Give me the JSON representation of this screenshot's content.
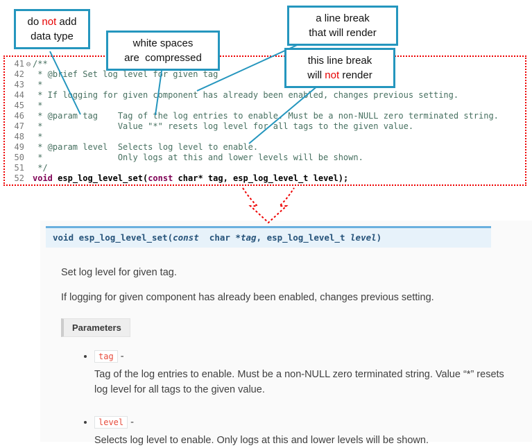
{
  "colors": {
    "callout_border": "#2596be",
    "annotation_red": "#e60000",
    "code_box_border": "#ee0000",
    "leader_line": "#2596be",
    "signature_bg": "#e7f2fa",
    "signature_border": "#6ab0de",
    "param_name_color": "#e74c3c",
    "keyword_color": "#7f0055",
    "comment_color": "#477060"
  },
  "callouts": [
    {
      "lines": [
        [
          {
            "text": "do "
          },
          {
            "text": "not",
            "red": true
          },
          {
            "text": " add"
          }
        ],
        [
          {
            "text": "data type"
          }
        ]
      ]
    },
    {
      "lines": [
        [
          {
            "text": "white spaces"
          }
        ],
        [
          {
            "text": "are  compressed"
          }
        ]
      ]
    },
    {
      "lines": [
        [
          {
            "text": "a line break"
          }
        ],
        [
          {
            "text": "that will render"
          }
        ]
      ]
    },
    {
      "lines": [
        [
          {
            "text": "this line break"
          }
        ],
        [
          {
            "text": "will "
          },
          {
            "text": "not",
            "red": true
          },
          {
            "text": " render"
          }
        ]
      ]
    }
  ],
  "code": {
    "lines": [
      {
        "num": "41",
        "fold": "⊖",
        "segs": [
          {
            "cls": "comment",
            "text": "/**"
          }
        ]
      },
      {
        "num": "42",
        "segs": [
          {
            "cls": "comment",
            "text": " * @brief Set log level for given tag"
          }
        ]
      },
      {
        "num": "43",
        "segs": [
          {
            "cls": "comment",
            "text": " *"
          }
        ]
      },
      {
        "num": "44",
        "segs": [
          {
            "cls": "comment",
            "text": " * If logging for given component has already been enabled, changes previous setting."
          }
        ]
      },
      {
        "num": "45",
        "segs": [
          {
            "cls": "comment",
            "text": " *"
          }
        ]
      },
      {
        "num": "46",
        "segs": [
          {
            "cls": "comment",
            "text": " * @param tag    Tag of the log entries to enable. Must be a non-NULL zero terminated string."
          }
        ]
      },
      {
        "num": "47",
        "segs": [
          {
            "cls": "comment",
            "text": " *               Value \"*\" resets log level for all tags to the given value."
          }
        ]
      },
      {
        "num": "48",
        "segs": [
          {
            "cls": "comment",
            "text": " *"
          }
        ]
      },
      {
        "num": "49",
        "segs": [
          {
            "cls": "comment",
            "text": " * @param level  Selects log level to enable."
          }
        ]
      },
      {
        "num": "50",
        "segs": [
          {
            "cls": "comment",
            "text": " *               Only logs at this and lower levels will be shown."
          }
        ]
      },
      {
        "num": "51",
        "segs": [
          {
            "cls": "comment",
            "text": " */"
          }
        ]
      },
      {
        "num": "52",
        "segs": [
          {
            "cls": "keyword",
            "text": "void"
          },
          {
            "cls": "plain",
            "text": " "
          },
          {
            "cls": "func",
            "text": "esp_log_level_set"
          },
          {
            "cls": "plain",
            "text": "("
          },
          {
            "cls": "keyword",
            "text": "const"
          },
          {
            "cls": "plain",
            "text": " char* tag, esp_log_level_t level);"
          }
        ]
      }
    ]
  },
  "docs": {
    "signature": [
      {
        "cls": "kw",
        "text": "void"
      },
      {
        "cls": "plain",
        "text": " "
      },
      {
        "cls": "name",
        "text": "esp_log_level_set"
      },
      {
        "cls": "plain",
        "text": "("
      },
      {
        "cls": "kw-italic",
        "text": "const"
      },
      {
        "cls": "plain",
        "text": "  char *"
      },
      {
        "cls": "param",
        "text": "tag"
      },
      {
        "cls": "plain",
        "text": ", esp_log_level_t "
      },
      {
        "cls": "param",
        "text": "level"
      },
      {
        "cls": "plain",
        "text": ")"
      }
    ],
    "brief": "Set log level for given tag.",
    "detail": "If logging for given component has already been enabled, changes previous setting.",
    "parameters_label": "Parameters",
    "separator": "-",
    "params": [
      {
        "name": "tag",
        "desc": "Tag of the log entries to enable. Must be a non-NULL zero terminated string. Value “*” resets log level for all tags to the given value."
      },
      {
        "name": "level",
        "desc": "Selects log level to enable. Only logs at this and lower levels will be shown."
      }
    ]
  }
}
